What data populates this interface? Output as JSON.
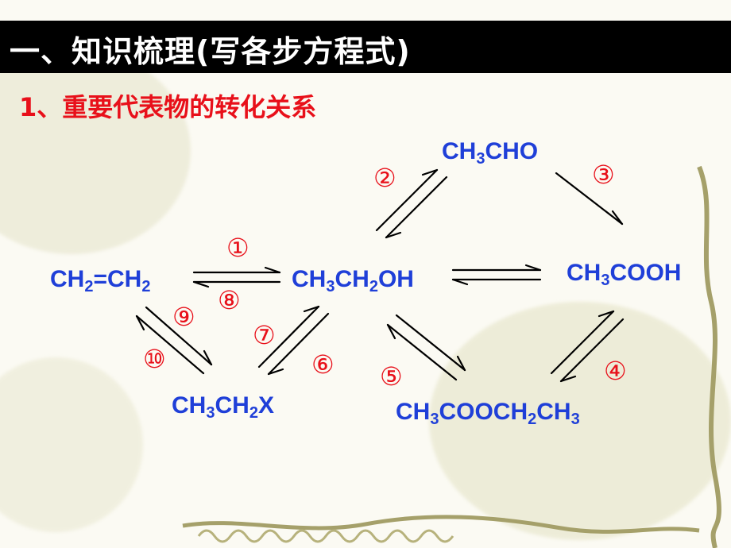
{
  "header": {
    "title": "一、知识梳理(写各步方程式)"
  },
  "section": {
    "subtitle": "1、重要代表物的转化关系"
  },
  "compounds": {
    "ethylene": [
      {
        "t": "CH"
      },
      {
        "s": "2"
      },
      {
        "t": "=CH"
      },
      {
        "s": "2"
      }
    ],
    "ethanol": [
      {
        "t": "CH"
      },
      {
        "s": "3"
      },
      {
        "t": "CH"
      },
      {
        "s": "2"
      },
      {
        "t": "OH"
      }
    ],
    "acetaldehyde": [
      {
        "t": "CH"
      },
      {
        "s": "3"
      },
      {
        "t": "CHO"
      }
    ],
    "acetic_acid": [
      {
        "t": "CH"
      },
      {
        "s": "3"
      },
      {
        "t": "COOH"
      }
    ],
    "haloethane": [
      {
        "t": "CH"
      },
      {
        "s": "3"
      },
      {
        "t": "CH"
      },
      {
        "s": "2"
      },
      {
        "t": "X"
      }
    ],
    "ester": [
      {
        "t": "CH"
      },
      {
        "s": "3"
      },
      {
        "t": "COOCH"
      },
      {
        "s": "2"
      },
      {
        "t": "CH"
      },
      {
        "s": "3"
      }
    ]
  },
  "steps": {
    "s1": "①",
    "s2": "②",
    "s3": "③",
    "s4": "④",
    "s5": "⑤",
    "s6": "⑥",
    "s7": "⑦",
    "s8": "⑧",
    "s9": "⑨",
    "s10": "⑩"
  },
  "colors": {
    "compound": "#1f3fd8",
    "step": "#e8101a",
    "title_bg": "#000000",
    "title_fg": "#ffffff"
  }
}
